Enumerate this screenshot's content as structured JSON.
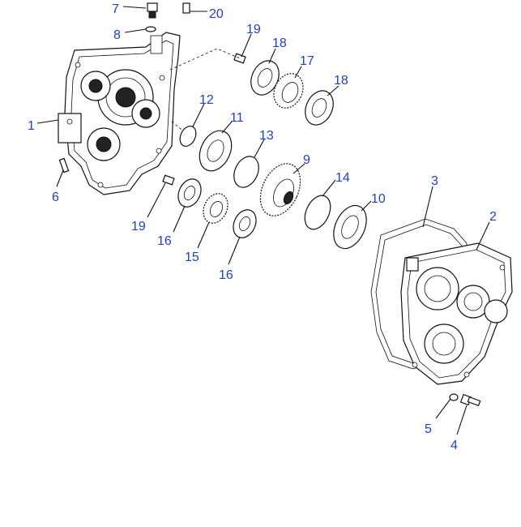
{
  "callouts": {
    "c1": "1",
    "c2": "2",
    "c3": "3",
    "c4": "4",
    "c5": "5",
    "c6": "6",
    "c7": "7",
    "c8": "8",
    "c9": "9",
    "c10": "10",
    "c11": "11",
    "c12": "12",
    "c13": "13",
    "c14": "14",
    "c15": "15",
    "c16a": "16",
    "c16b": "16",
    "c17": "17",
    "c18a": "18",
    "c18b": "18",
    "c19a": "19",
    "c19b": "19",
    "c20": "20"
  },
  "colors": {
    "callout": "#1f3fd0",
    "line": "#111111"
  }
}
